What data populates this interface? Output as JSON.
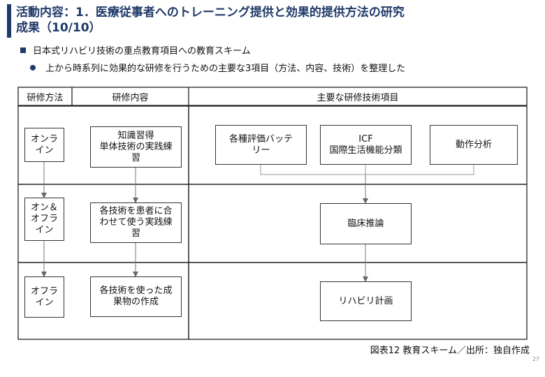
{
  "header": {
    "title_line1": "活動内容：1．医療従事者へのトレーニング提供と効果的提供方法の研究",
    "title_line2": "成果（10/10）"
  },
  "bullets": {
    "level1": "日本式リハビリ技術の重点教育項目への教育スキーム",
    "level2": "上から時系列に効果的な研修を行うための主要な3項目（方法、内容、技術）を整理した"
  },
  "table": {
    "col_method": "研修方法",
    "col_content": "研修内容",
    "col_skills": "主要な研修技術項目"
  },
  "rows": [
    {
      "method": "オンラ\nイン",
      "content": "知識習得\n単体技術の実践練\n習",
      "skills": [
        "各種評価バッテ\nリー",
        "ICF\n国際生活機能分類",
        "動作分析"
      ]
    },
    {
      "method": "オン＆\nオフラ\nイン",
      "content": "各技術を患者に合\nわせて使う実践練\n習",
      "skills": [
        "臨床推論"
      ]
    },
    {
      "method": "オフラ\nイン",
      "content": "各技術を使った成\n果物の作成",
      "skills": [
        "リハビリ計画"
      ]
    }
  ],
  "caption": "図表12 教育スキーム／出所：独自作成",
  "page_number": "27",
  "colors": {
    "accent": "#1f3a68",
    "line": "#333333",
    "connector": "#999999"
  }
}
